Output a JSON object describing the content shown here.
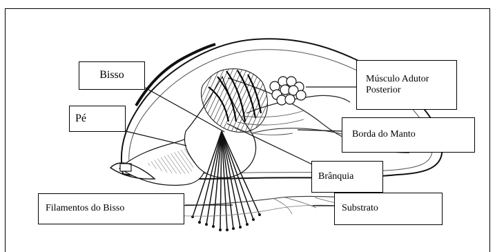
{
  "labels": {
    "bisso": "Bisso",
    "pe": "Pé",
    "musculo_adutor": "Músculo Adutor\nPosterior",
    "borda_manto": "Borda do Manto",
    "branquia": "Brânquia",
    "filamentos": "Filamentos do Bisso",
    "substrato": "Substrato"
  },
  "colors": {
    "line": "#111111",
    "background": "#ffffff"
  }
}
